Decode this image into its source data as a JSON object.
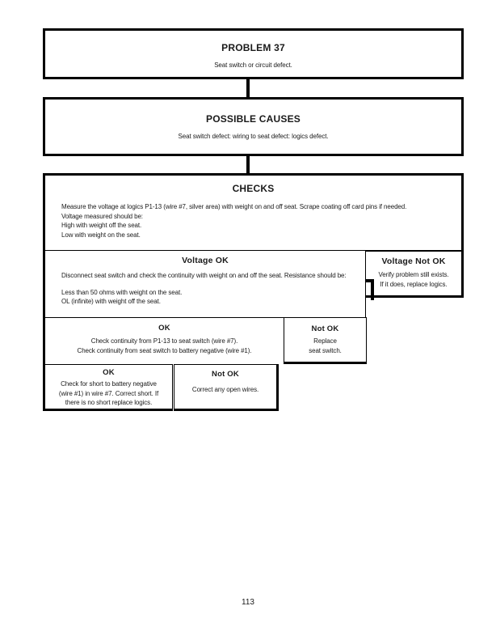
{
  "page": {
    "number": "113"
  },
  "problem": {
    "title": "PROBLEM 37",
    "subtitle": "Seat switch or circuit defect."
  },
  "causes": {
    "title": "POSSIBLE CAUSES",
    "subtitle": "Seat switch defect: wiring to seat defect: logics defect."
  },
  "checks": {
    "title": "CHECKS",
    "line1": "Measure the voltage at logics P1-13 (wire #7, silver area) with weight on and off seat. Scrape coating off card pins if needed.",
    "line2": "Voltage measured should be:",
    "line3": "High with weight off the seat.",
    "line4": "Low with weight on the seat."
  },
  "voltage_ok": {
    "title": "Voltage OK",
    "line1": "Disconnect seat switch and check the continuity with weight on and off the seat. Resistance should be:",
    "line2": "Less than 50 ohms with weight on the seat.",
    "line3": "OL (infinite) with weight off the seat."
  },
  "voltage_not_ok": {
    "title": "Voltage Not OK",
    "line1": "Verify problem still exists.",
    "line2": "If it does, replace logics."
  },
  "continuity_ok": {
    "title": "OK",
    "line1": "Check continuity from P1-13 to seat switch (wire #7).",
    "line2": "Check continuity from seat switch to battery negative (wire #1)."
  },
  "continuity_not_ok": {
    "title": "Not OK",
    "line1": "Replace",
    "line2": "seat switch."
  },
  "short_check_ok": {
    "title": "OK",
    "line1": "Check for short to battery negative",
    "line2": "(wire #1) in wire #7. Correct short. If",
    "line3": "there is no short replace logics."
  },
  "short_check_not_ok": {
    "title": "Not OK",
    "line1": "Correct any open wires."
  },
  "colors": {
    "ink": "#1a1a1a",
    "paper": "#ffffff",
    "border": "#000000"
  }
}
